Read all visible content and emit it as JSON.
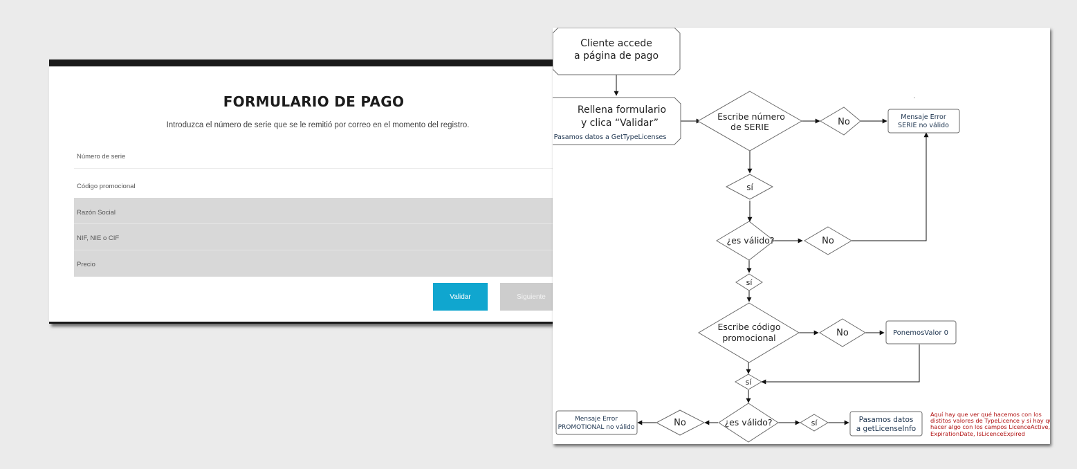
{
  "form": {
    "title": "FORMULARIO DE PAGO",
    "subtitle": "Introduzca el número de serie que se le remitió por correo en el momento del registro.",
    "fields": [
      {
        "label": "Número de serie"
      },
      {
        "label": "Código promocional"
      },
      {
        "label": "Razón Social"
      },
      {
        "label": "NIF, NIE o CIF"
      },
      {
        "label": "Precio"
      }
    ],
    "buttons": {
      "validar": "Validar",
      "siguiente": "Siguiente"
    },
    "colors": {
      "validar": "#10a6cf",
      "siguiente": "#cdcdcd"
    }
  },
  "flowchart": {
    "start": {
      "line1": "Cliente accede",
      "line2": "a página de pago"
    },
    "fill_form": {
      "line1": "Rellena formulario",
      "line2": "y clica “Validar”",
      "note": "Pasamos datos a GetTypeLicenses"
    },
    "decision_serie": {
      "line1": "Escribe número",
      "line2": "de SERIE"
    },
    "no_1": "No",
    "error_serie": {
      "line1": "Mensaje Error",
      "line2": "SERIE no válido"
    },
    "si_1": "sí",
    "decision_valido_1": "¿es válido?",
    "no_2": "No",
    "si_2": "sí",
    "decision_promo": {
      "line1": "Escribe código",
      "line2": "promocional"
    },
    "no_3": "No",
    "ponemos_valor": "PonemosValor 0",
    "si_3": "sí",
    "decision_valido_2": "¿es válido?",
    "no_4": "No",
    "error_promo": {
      "line1": "Mensaje Error",
      "line2": "PROMOTIONAL no válido"
    },
    "si_4": "sí",
    "pasamos_datos": {
      "line1": "Pasamos datos",
      "line2": "a getLicenseInfo"
    },
    "note_red": {
      "line1": "Aquí hay que ver qué hacemos con los",
      "line2": "distitos valores de TypeLicence y si hay que",
      "line3": "hacer algo con los campos LicenceActive,",
      "line4": "ExpirationDate, IsLicenceExpired"
    },
    "colors": {
      "note": "#b01010",
      "box_text": "#1e3550"
    }
  }
}
